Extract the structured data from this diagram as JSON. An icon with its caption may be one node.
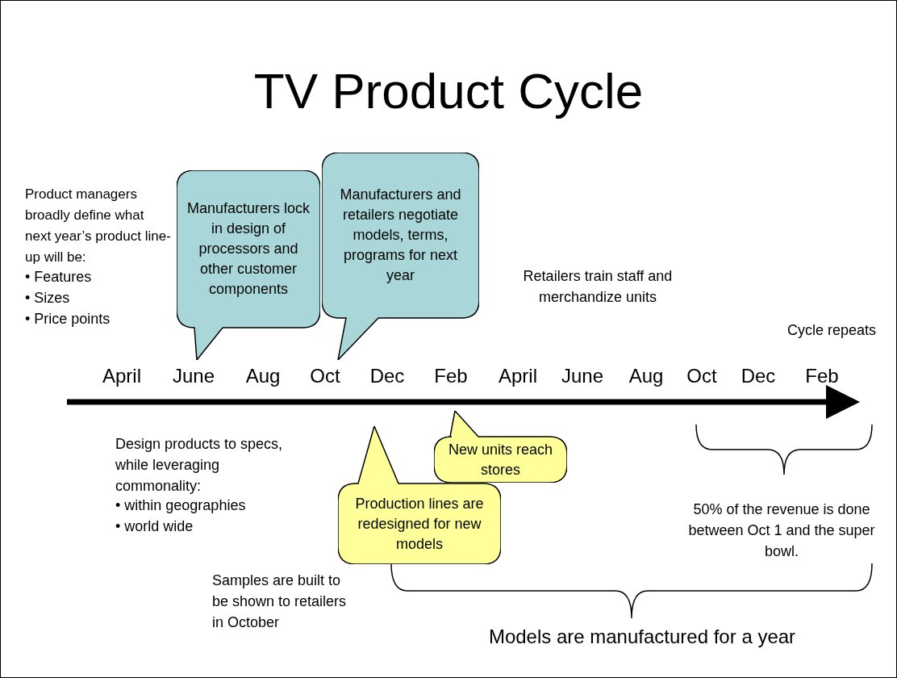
{
  "diagram": {
    "title": "TV Product Cycle",
    "nodes": [
      {
        "text": [
          "Manufacturers lock in design of processors and other customer components"
        ]
      },
      {
        "text": [
          "Manufacturers and retailers negotiate models, terms, programs for next year"
        ]
      },
      {
        "text": [
          "New units reach stores"
        ]
      },
      {
        "text": [
          "Production lines are redesigned for new models"
        ]
      }
    ],
    "labels": [
      "Product managers broadly define what next year’s product line-up will be:",
      "• Features",
      "• Sizes",
      "• Price points",
      "Retailers train staff and merchandize units",
      "Cycle repeats",
      "April",
      "June",
      "Aug",
      "Oct",
      "Dec",
      "Feb",
      "April",
      "June",
      "Aug",
      "Oct",
      "Dec",
      "Feb",
      "Design products to specs, while leveraging commonality:",
      "• within geographies",
      "• world wide",
      "50% of the revenue is done between Oct 1 and the super bowl.",
      "Samples are built to be shown to retailers in October",
      "Models are manufactured for a year"
    ]
  }
}
